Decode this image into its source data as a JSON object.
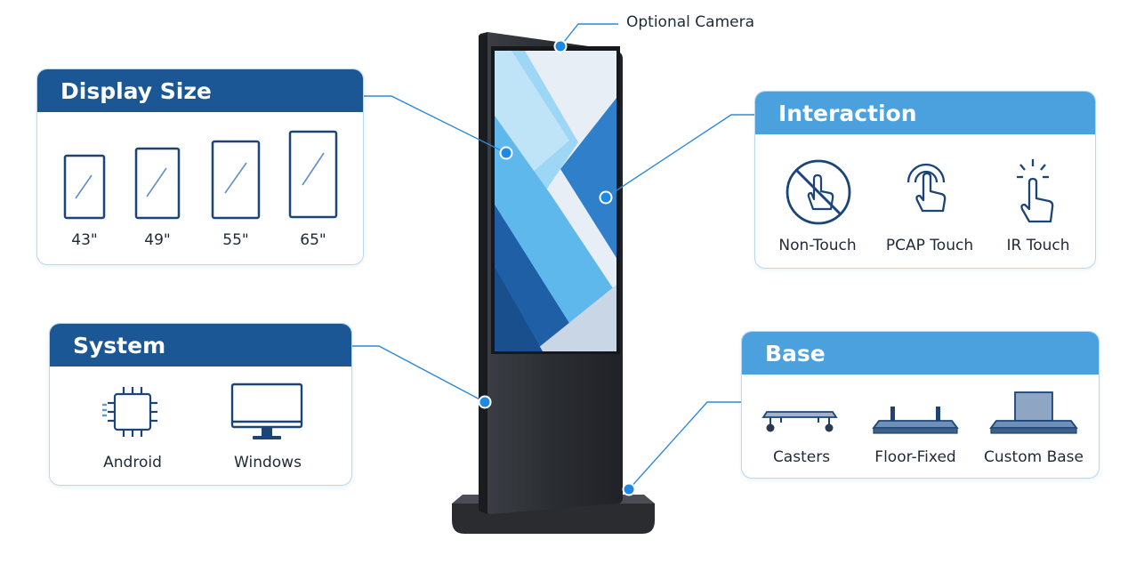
{
  "camera": {
    "label": "Optional Camera"
  },
  "display_size": {
    "title": "Display Size",
    "sizes": [
      "43\"",
      "49\"",
      "55\"",
      "65\""
    ]
  },
  "system": {
    "title": "System",
    "options": [
      "Android",
      "Windows"
    ]
  },
  "interaction": {
    "title": "Interaction",
    "options": [
      "Non-Touch",
      "PCAP Touch",
      "IR Touch"
    ]
  },
  "base": {
    "title": "Base",
    "options": [
      "Casters",
      "Floor-Fixed",
      "Custom Base"
    ]
  },
  "colors": {
    "dark_blue": "#1c5795",
    "light_blue": "#4aa1de",
    "callout_line": "#2f8ad8",
    "kiosk_body": "#2c2f33"
  },
  "icons": {
    "display_size": [
      "tablet-outline-icon",
      "tablet-outline-icon",
      "tablet-outline-icon",
      "tablet-outline-icon"
    ],
    "system": [
      "chip-icon",
      "monitor-icon"
    ],
    "interaction": [
      "no-touch-icon",
      "pcap-touch-icon",
      "ir-touch-icon"
    ],
    "base": [
      "casters-icon",
      "floor-fixed-icon",
      "custom-base-icon"
    ]
  }
}
